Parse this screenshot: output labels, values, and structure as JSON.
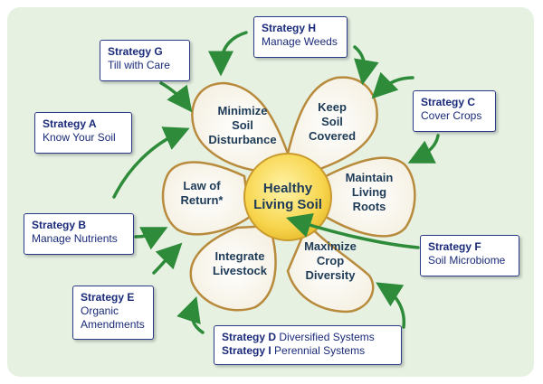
{
  "center": {
    "line1": "Healthy",
    "line2": "Living Soil"
  },
  "petals": [
    {
      "text": "Minimize\nSoil\nDisturbance"
    },
    {
      "text": "Keep\nSoil\nCovered"
    },
    {
      "text": "Maintain\nLiving\nRoots"
    },
    {
      "text": "Maximize\nCrop\nDiversity"
    },
    {
      "text": "Integrate\nLivestock"
    },
    {
      "text": "Law of\nReturn*"
    }
  ],
  "strategies": {
    "h": {
      "title": "Strategy H",
      "desc": "Manage Weeds"
    },
    "g": {
      "title": "Strategy G",
      "desc": "Till with Care"
    },
    "c": {
      "title": "Strategy C",
      "desc": "Cover Crops"
    },
    "a": {
      "title": "Strategy A",
      "desc": "Know Your Soil"
    },
    "b": {
      "title": "Strategy B",
      "desc": "Manage Nutrients"
    },
    "f": {
      "title": "Strategy F",
      "desc": "Soil Microbiome"
    },
    "e": {
      "title": "Strategy E",
      "desc": "Organic Amendments"
    },
    "d": {
      "title": "Strategy D",
      "desc": "Diversified Systems"
    },
    "i": {
      "title": "Strategy I",
      "desc": "Perennial Systems"
    }
  },
  "colors": {
    "background": "#e6f1e2",
    "petal_fill": "#fdfbf4",
    "petal_outline": "#b88a3c",
    "center_fill": "#f7d54d",
    "arrow": "#2e8b3a",
    "box_border": "#2a3a8a",
    "text": "#1a2a7a"
  }
}
